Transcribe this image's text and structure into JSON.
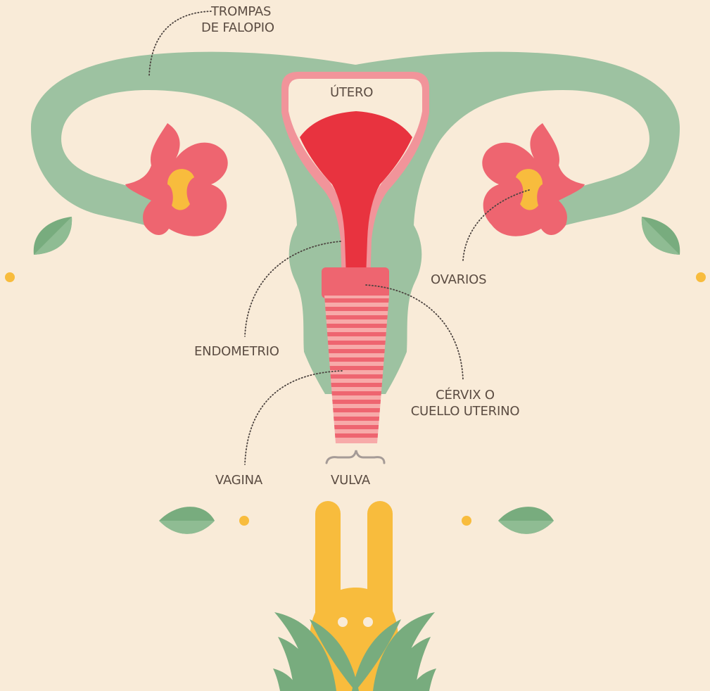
{
  "labels": {
    "fallopian_tubes": [
      "TROMPAS",
      "DE FALOPIO"
    ],
    "uterus": "ÚTERO",
    "ovaries": "OVARIOS",
    "endometrium": "ENDOMETRIO",
    "cervix": [
      "CÉRVIX O",
      "CUELLO UTERINO"
    ],
    "vagina": "VAGINA",
    "vulva": "VULVA"
  },
  "colors": {
    "background": "#f9ebd8",
    "tubes": "#9dc2a1",
    "uterus_outline": "#f1949a",
    "endometrium": "#e8333f",
    "ovary_petals": "#ee6570",
    "ovary_center": "#f8bc3d",
    "vagina_stripes_dark": "#ee6570",
    "vagina_stripes_light": "#f7aaa9",
    "leaves": "#78ac7e",
    "dots": "#f8bc3d",
    "rabbit": "#f8bc3d",
    "grass": "#78ac7e",
    "label_text": "#5b4c42"
  },
  "icons": [
    "leaf-icon",
    "dot-icon",
    "rabbit-icon",
    "grass-icon",
    "flower-ovary-icon",
    "brace-icon"
  ]
}
